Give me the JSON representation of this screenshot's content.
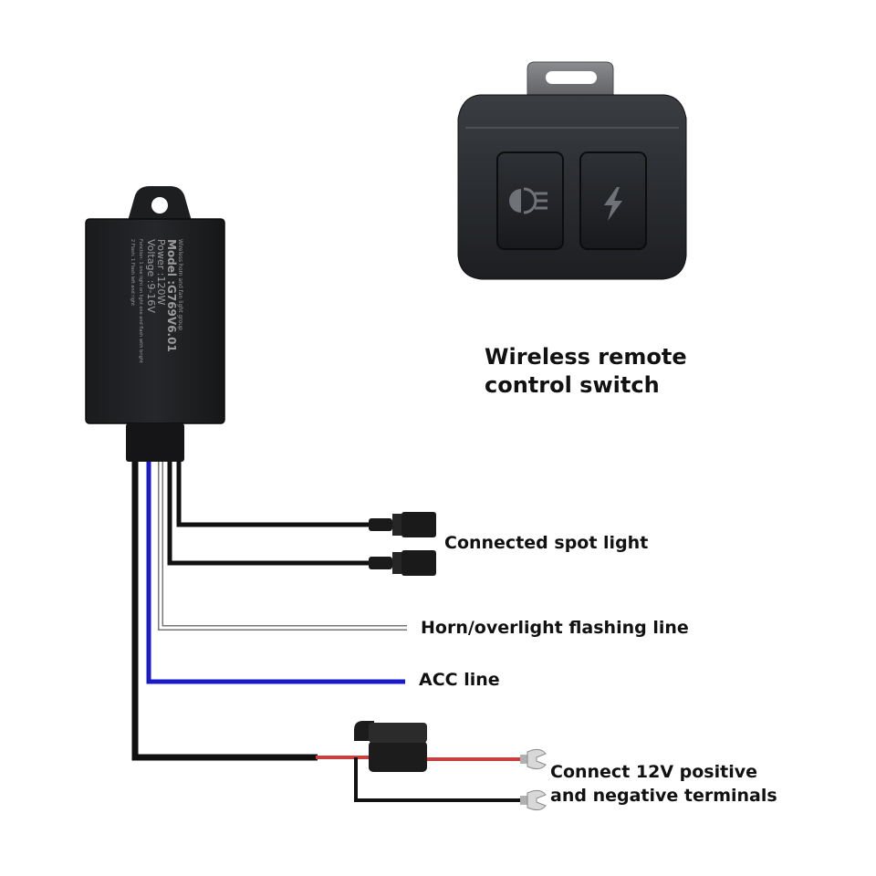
{
  "remote": {
    "caption_line1": "Wireless remote",
    "caption_line2": "control switch",
    "buttons": [
      {
        "icon": "spotlight-icon"
      },
      {
        "icon": "lightning-icon"
      }
    ]
  },
  "controller": {
    "header_text": "Wireless horn and fan light group",
    "model": "Model :G769V6.01",
    "power": "Power :120W",
    "voltage": "Voltage :9-16V",
    "function_text": "Function: 1 one light on light one and flash with bright",
    "note_text": "2 Flash: 1 Flash left and right"
  },
  "wires": [
    {
      "label": "Connected spot light",
      "color": "#111111"
    },
    {
      "label": "Connected spot light",
      "color": "#111111"
    },
    {
      "label": "Horn/overlight flashing line",
      "color": "#ffffff"
    },
    {
      "label": "ACC line",
      "color": "#1a1ac8"
    },
    {
      "label": "Connect 12V positive and negative terminals",
      "color": "#c84040"
    }
  ],
  "labels": {
    "spot": "Connected spot light",
    "horn": "Horn/overlight flashing line",
    "acc": "ACC line",
    "power_line1": "Connect 12V positive",
    "power_line2": "and negative terminals"
  }
}
